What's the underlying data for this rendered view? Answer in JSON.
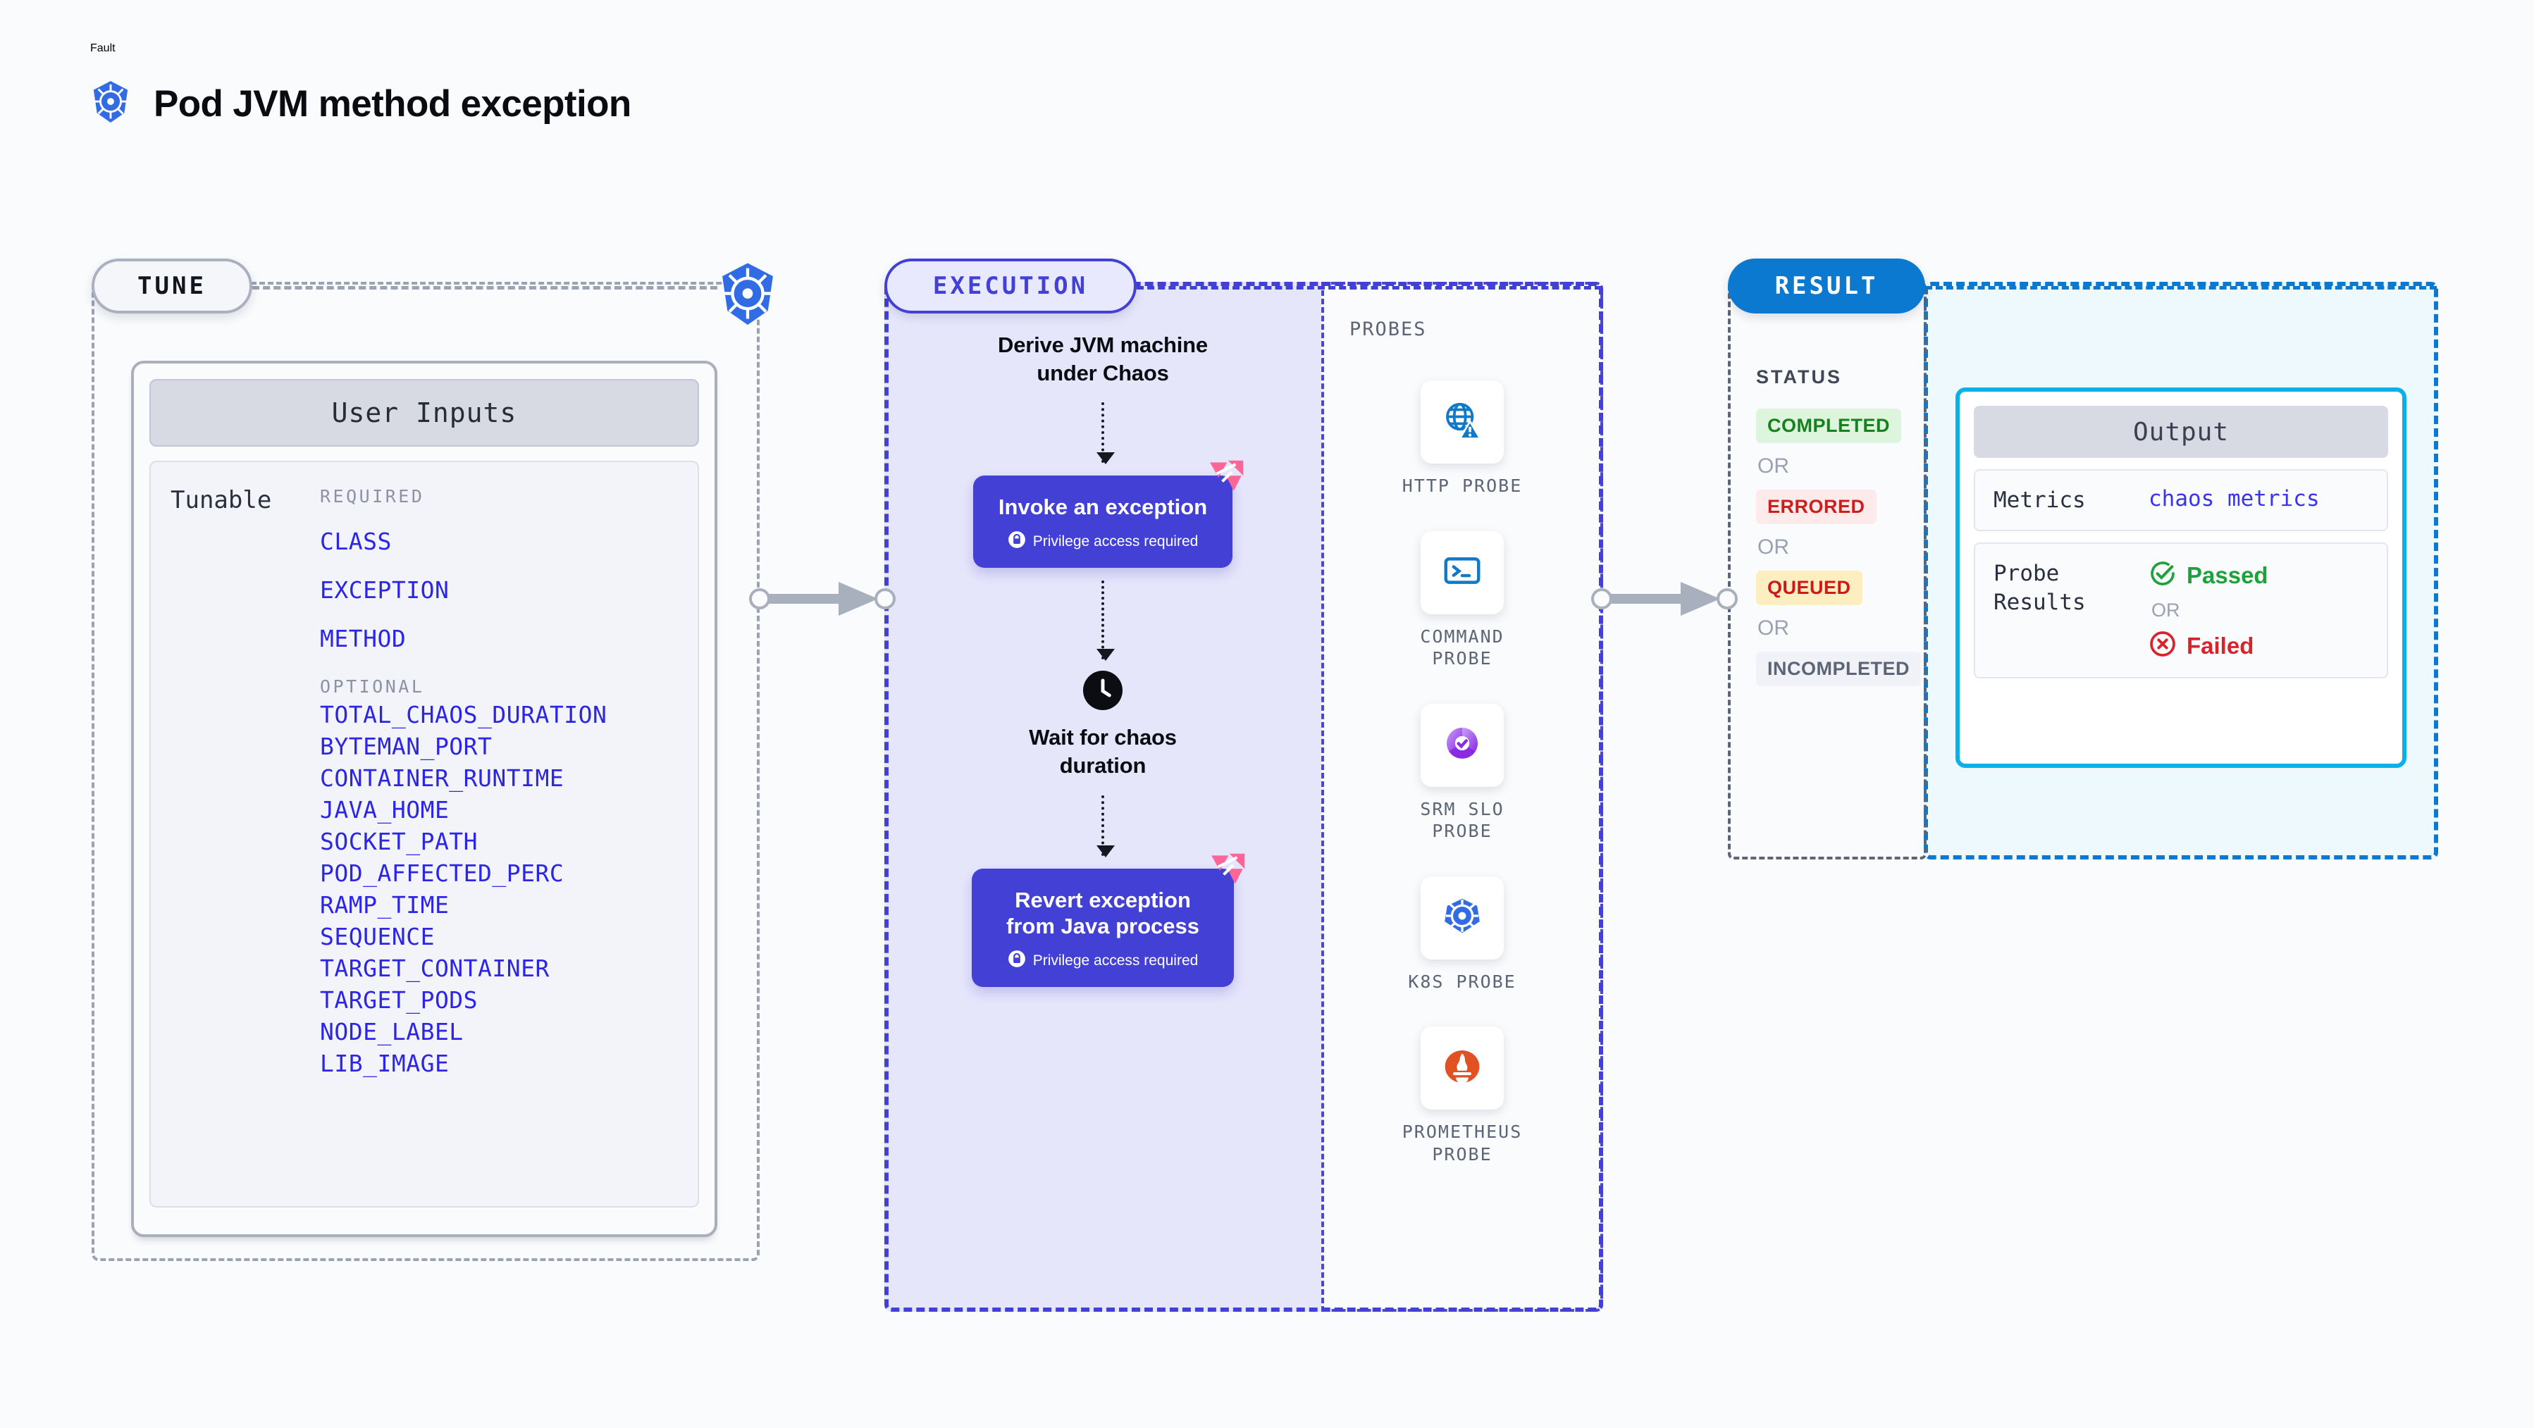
{
  "header": {
    "fault_label": "Fault",
    "title": "Pod JVM method exception",
    "icon": "kubernetes-icon"
  },
  "stages": {
    "tune": {
      "pill_label": "TUNE"
    },
    "execution": {
      "pill_label": "EXECUTION"
    },
    "result": {
      "pill_label": "RESULT"
    }
  },
  "tune": {
    "card_header": "User Inputs",
    "tunable_label": "Tunable",
    "required_label": "REQUIRED",
    "optional_label": "OPTIONAL",
    "required_params": [
      "CLASS",
      "EXCEPTION",
      "METHOD"
    ],
    "optional_params": [
      "TOTAL_CHAOS_DURATION",
      "BYTEMAN_PORT",
      "CONTAINER_RUNTIME",
      "JAVA_HOME",
      "SOCKET_PATH",
      "POD_AFFECTED_PERC",
      "RAMP_TIME",
      "SEQUENCE",
      "TARGET_CONTAINER",
      "TARGET_PODS",
      "NODE_LABEL",
      "LIB_IMAGE"
    ]
  },
  "execution": {
    "step1_title": "Derive JVM machine under Chaos",
    "step2_title": "Invoke an exception",
    "step2_note": "Privilege access required",
    "step2_badge": "litmus-chaos-icon",
    "step3_title": "Wait for chaos duration",
    "step3_icon": "clock-icon",
    "step4_title": "Revert exception from Java process",
    "step4_note": "Privilege access required",
    "step4_badge": "litmus-chaos-icon"
  },
  "probes": {
    "section_label": "PROBES",
    "items": [
      {
        "name": "HTTP PROBE",
        "icon": "globe-warning-icon"
      },
      {
        "name": "COMMAND PROBE",
        "icon": "terminal-icon"
      },
      {
        "name": "SRM SLO PROBE",
        "icon": "srm-slo-gauge-icon"
      },
      {
        "name": "K8S PROBE",
        "icon": "kubernetes-icon"
      },
      {
        "name": "PROMETHEUS PROBE",
        "icon": "prometheus-icon"
      }
    ]
  },
  "result": {
    "status_label": "STATUS",
    "or_label": "OR",
    "statuses": [
      {
        "label": "COMPLETED",
        "bg": "#dcf5dc",
        "fg": "#17801f"
      },
      {
        "label": "ERRORED",
        "bg": "#fdeaea",
        "fg": "#ca1f1f"
      },
      {
        "label": "QUEUED",
        "bg": "#fdeec1",
        "fg": "#cf1818"
      },
      {
        "label": "INCOMPLETED",
        "bg": "#f1f2f7",
        "fg": "#5c6576"
      }
    ]
  },
  "output": {
    "card_header": "Output",
    "metrics_key": "Metrics",
    "metrics_value": "chaos metrics",
    "probe_results_key": "Probe Results",
    "passed_label": "Passed",
    "passed_icon": "check-circle-icon",
    "passed_color": "#1da13a",
    "or_label": "OR",
    "failed_label": "Failed",
    "failed_icon": "x-circle-icon",
    "failed_color": "#d8232a"
  },
  "colors": {
    "accent_purple": "#4340d6",
    "accent_blue": "#0b79d0",
    "param_blue": "#2c25e8",
    "k8s_blue": "#326ce5",
    "litmus_pink": "#fb6697"
  }
}
